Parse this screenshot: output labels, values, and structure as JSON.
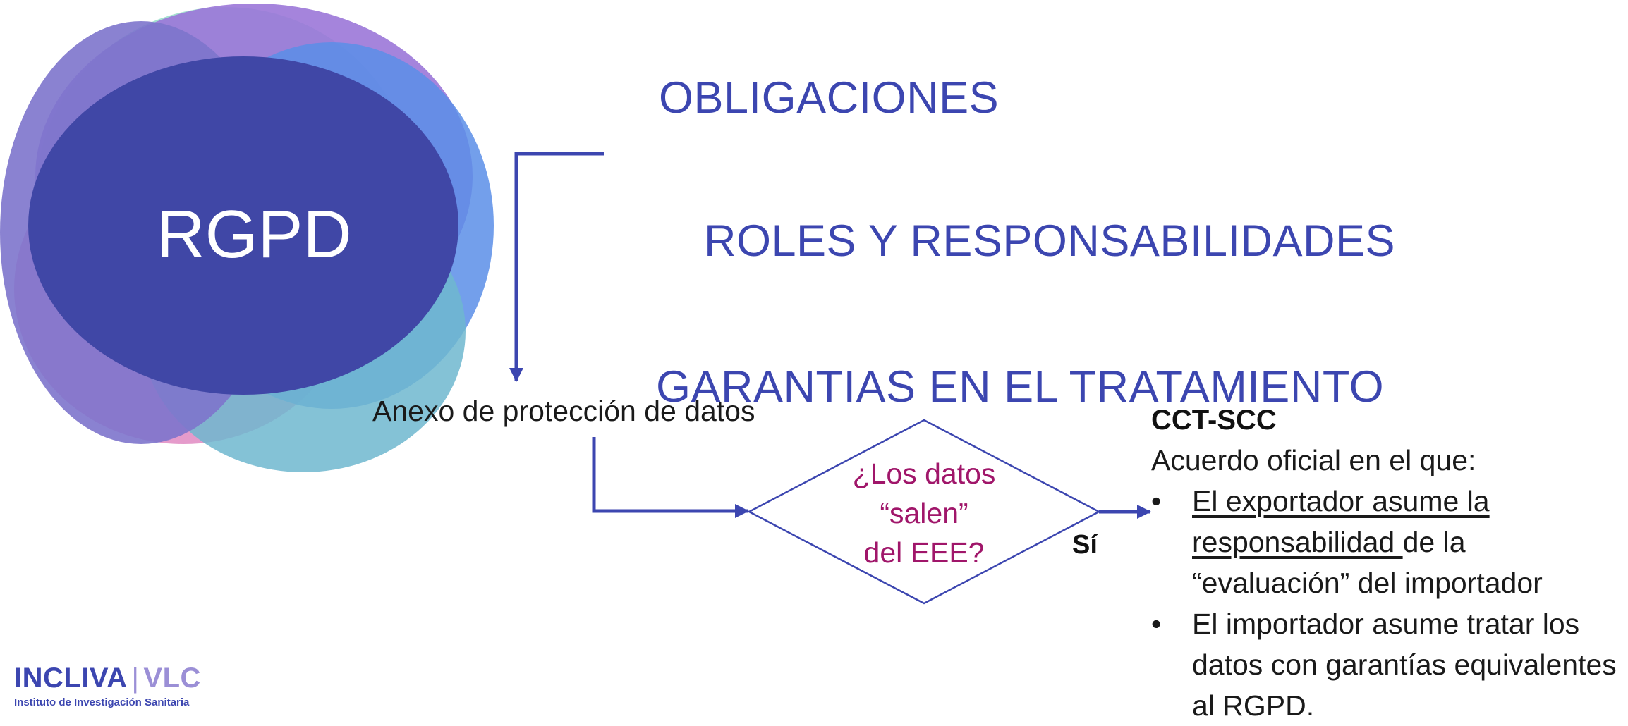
{
  "blob": {
    "label": "RGPD",
    "colors": {
      "green": "#8fd9c4",
      "purple": "#9b77d8",
      "pink": "#e08ac2",
      "cyan": "#6fb7cf",
      "blue": "#5b8ee8",
      "core": "#4047a6"
    }
  },
  "headings": {
    "h1": "OBLIGACIONES",
    "h2": "ROLES Y RESPONSABILIDADES",
    "h3": "GARANTIAS EN EL TRATAMIENTO",
    "color": "#3c46b0"
  },
  "flow": {
    "anexo_label": "Anexo de protección de datos",
    "decision_lines": [
      "¿Los datos",
      "“salen”",
      "del EEE?"
    ],
    "decision_color": "#a0166a",
    "yes_label": "Sí",
    "line_color": "#3c46b0"
  },
  "cct": {
    "title": "CCT-SCC",
    "intro": "Acuerdo oficial en el que:",
    "bullet_symbol": "•",
    "bullet1_underlined": "El exportador asume la responsabilidad ",
    "bullet1_rest": "de la “evaluación” del importador",
    "bullet2": "El importador asume tratar los datos con garantías equivalentes al RGPD."
  },
  "logo": {
    "main": "INCLIVA",
    "separator": "|",
    "suffix": "VLC",
    "subtitle": "Instituto de Investigación Sanitaria",
    "color_main": "#3c46b0",
    "color_suffix": "#9b8fd6"
  }
}
